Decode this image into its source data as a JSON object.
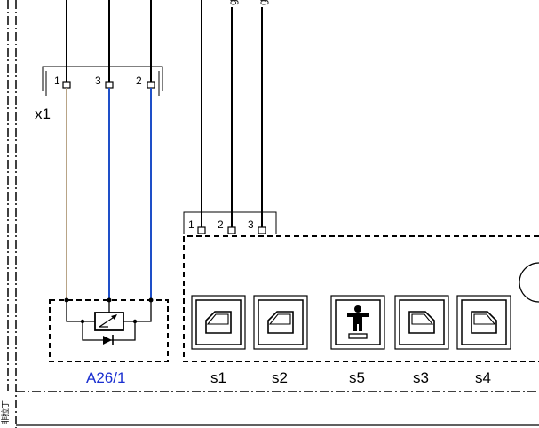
{
  "connector_x1": {
    "label": "x1",
    "pins": [
      "1",
      "3",
      "2"
    ]
  },
  "connector_switchblock": {
    "pins": [
      "1",
      "2",
      "3"
    ]
  },
  "wire_end_labels": [
    "g",
    "g"
  ],
  "component_a26_1": {
    "label": "A26/1"
  },
  "switches": [
    {
      "label": "s1",
      "icon": "window-icon"
    },
    {
      "label": "s2",
      "icon": "window-icon"
    },
    {
      "label": "s5",
      "icon": "child-lock-icon"
    },
    {
      "label": "s3",
      "icon": "window-icon"
    },
    {
      "label": "s4",
      "icon": "window-icon"
    }
  ],
  "side_text": "非拉丁",
  "colors": {
    "wire_blue": "#1e4fc8",
    "wire_tan": "#b8a487",
    "label_blue": "#1a2fd0",
    "line": "#000000"
  }
}
